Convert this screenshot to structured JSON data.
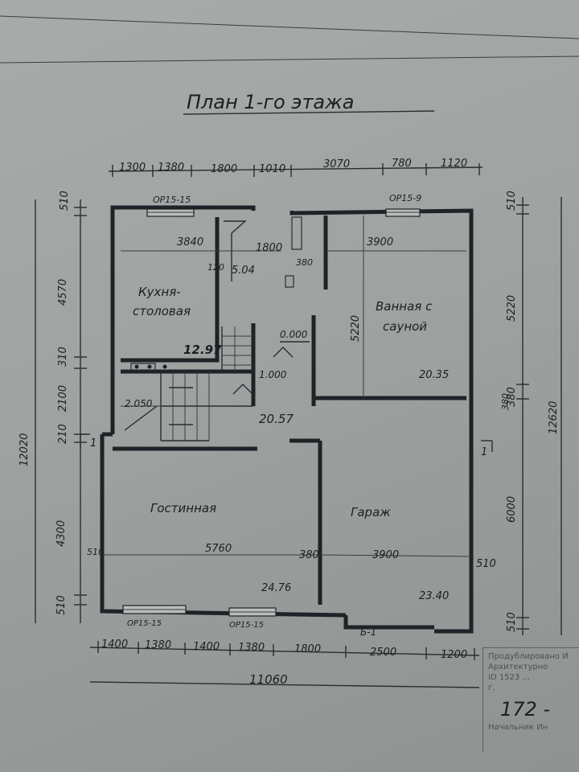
{
  "title": "План 1-го этажа",
  "rooms": [
    {
      "id": "kitchen",
      "name_line1": "Кухня-",
      "name_line2": "столовая",
      "area": "12.97"
    },
    {
      "id": "bath",
      "name_line1": "Ванная с",
      "name_line2": "сауной",
      "area": "20.35"
    },
    {
      "id": "hall",
      "area": "20.57"
    },
    {
      "id": "living",
      "name": "Гостинная",
      "area": "24.76"
    },
    {
      "id": "garage",
      "name": "Гараж",
      "area": "23.40"
    }
  ],
  "top_dims": [
    "1300",
    "1380",
    "1800",
    "1010",
    "3070",
    "780",
    "1120"
  ],
  "bottom_dims": [
    "1400",
    "1380",
    "1400",
    "1380",
    "1800",
    "2500",
    "1200"
  ],
  "total_width": "11060",
  "left_dims": [
    "510",
    "4570",
    "310",
    "2100",
    "210",
    "4300",
    "510"
  ],
  "left_total": "12020",
  "right_dims": [
    "510",
    "5220",
    "380",
    "6000",
    "510"
  ],
  "right_total": "12620",
  "inner_dims": {
    "kitchen_width": "3840",
    "bath_width": "3900",
    "living_width": "5760",
    "garage_width": "3900",
    "bath_depth": "5220",
    "hall_door": "1800",
    "small_a": "120",
    "small_b": "5.04",
    "small_c": "380",
    "wall_a": "380",
    "wall_b": "380",
    "left_small": "510",
    "right_small": "510",
    "stair_level": "2.050",
    "hall_level": "1.000",
    "floor_level": "0.000"
  },
  "windows": [
    "ОР15-15",
    "ОР15-9",
    "ОР15-15",
    "ОР15-15"
  ],
  "section_marks": [
    "1",
    "1",
    "Б-1"
  ],
  "sheet_number": "172 -",
  "stamp_lines": [
    "Продублировано И",
    "Архитектурно",
    "ID 1523 ...",
    "г.",
    "Начальник Ин"
  ]
}
